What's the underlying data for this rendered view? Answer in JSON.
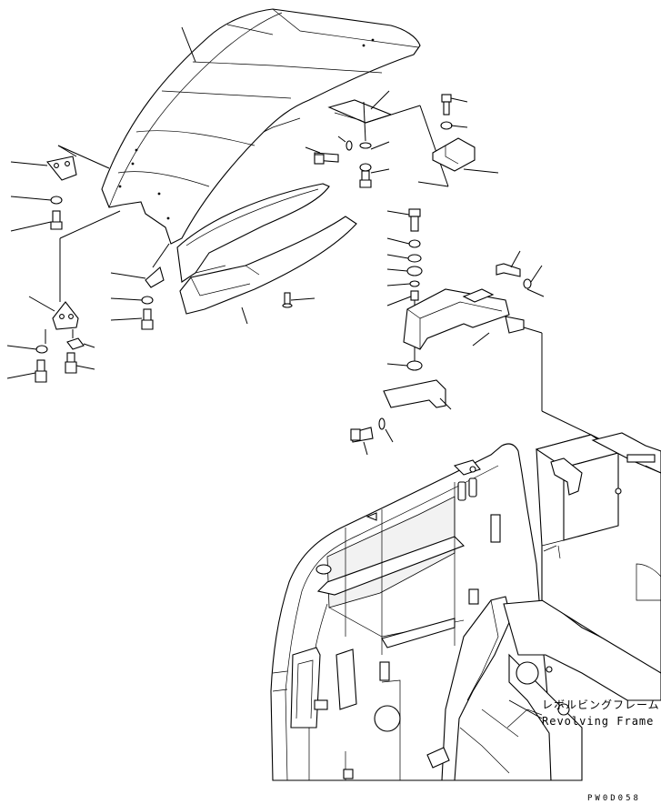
{
  "annotations": {
    "frame_label_jp": "レボルビングフレーム",
    "frame_label_en": "Revolving Frame"
  },
  "drawing_code": "PW0D058"
}
